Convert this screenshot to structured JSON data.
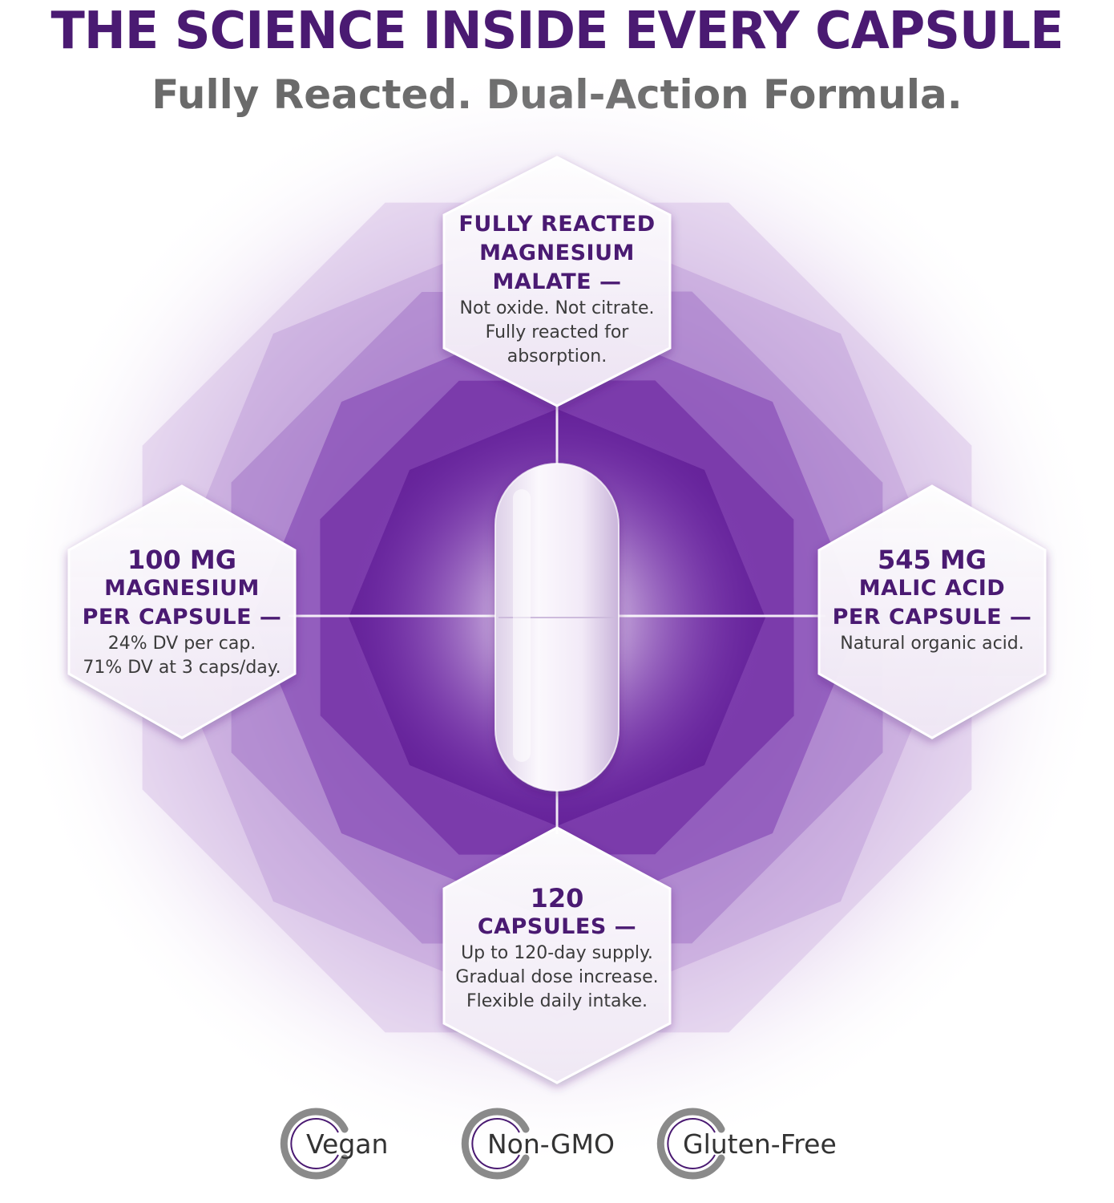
{
  "header": {
    "title": "THE SCIENCE INSIDE EVERY CAPSULE",
    "subtitle": "Fully Reacted. Dual-Action Formula."
  },
  "colors": {
    "brand_purple": "#4a1a72",
    "glow_purple": "#7a2eb0",
    "subtitle_gray": "#6a6a6a"
  },
  "features": {
    "top": {
      "lines": [
        "FULLY REACTED",
        "MAGNESIUM",
        "MALATE —"
      ],
      "body": [
        "Not oxide. Not citrate.",
        "Fully reacted for",
        "absorption."
      ]
    },
    "left": {
      "big": "100 MG",
      "lines": [
        "MAGNESIUM",
        "PER CAPSULE —"
      ],
      "body": [
        "24% DV per cap.",
        "71% DV at 3 caps/day."
      ]
    },
    "right": {
      "big": "545 MG",
      "lines": [
        "MALIC ACID",
        "PER CAPSULE —"
      ],
      "body": [
        "Natural organic acid."
      ]
    },
    "bottom": {
      "big": "120",
      "lines": [
        "CAPSULES —"
      ],
      "body": [
        "Up to 120-day supply.",
        "Gradual dose increase.",
        "Flexible daily intake."
      ]
    }
  },
  "badges": [
    {
      "label": "Vegan",
      "icon": "c-ring-icon"
    },
    {
      "label": "Non-GMO",
      "icon": "c-ring-icon"
    },
    {
      "label": "Gluten-Free",
      "icon": "c-ring-icon"
    }
  ]
}
